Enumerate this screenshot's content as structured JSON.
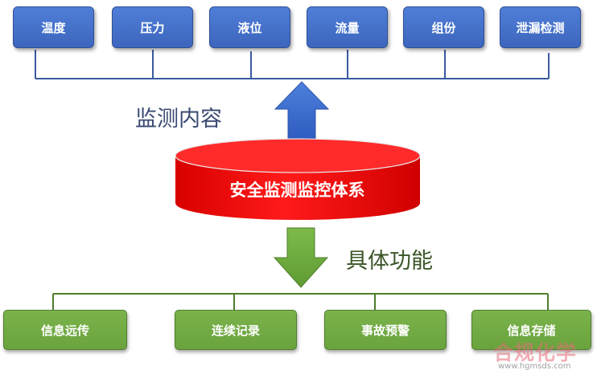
{
  "monitoring_items": [
    "温度",
    "压力",
    "液位",
    "流量",
    "组份",
    "泄漏检测"
  ],
  "monitoring_caption": "监测内容",
  "system_name": "安全监测监控体系",
  "functions_caption": "具体功能",
  "function_items": [
    "信息远传",
    "连续记录",
    "事故预警",
    "信息存储"
  ],
  "watermark": {
    "brand": "合规化学",
    "url": "www.hgmsds.com"
  },
  "colors": {
    "top_box": "#4a78d2",
    "bottom_box": "#70a843",
    "cylinder": "#ff0000",
    "arrow_up": "#3f6fd0",
    "arrow_down": "#6da83e"
  }
}
